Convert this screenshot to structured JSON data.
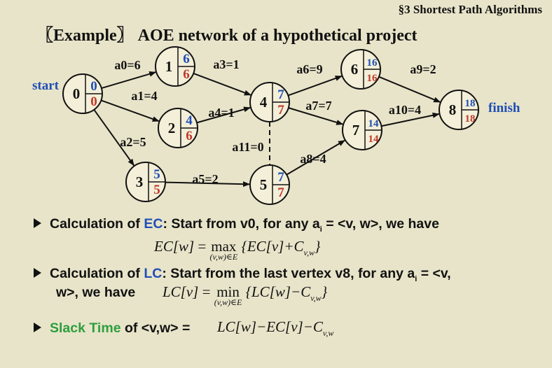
{
  "header": {
    "section": "§3  Shortest Path Algorithms",
    "title": "〖Example〗  AOE network of a hypothetical project"
  },
  "graph": {
    "start_label": "start",
    "finish_label": "finish",
    "colors": {
      "ec": "#1f4eb5",
      "lc": "#c0392b",
      "edge": "#111111",
      "dashed": "#111111"
    },
    "nodes": [
      {
        "id": "0",
        "ec": "0",
        "lc": "0"
      },
      {
        "id": "1",
        "ec": "6",
        "lc": "6"
      },
      {
        "id": "2",
        "ec": "4",
        "lc": "6"
      },
      {
        "id": "3",
        "ec": "5",
        "lc": "5"
      },
      {
        "id": "4",
        "ec": "7",
        "lc": "7"
      },
      {
        "id": "5",
        "ec": "7",
        "lc": "7"
      },
      {
        "id": "6",
        "ec": "16",
        "lc": "16"
      },
      {
        "id": "7",
        "ec": "14",
        "lc": "14"
      },
      {
        "id": "8",
        "ec": "18",
        "lc": "18"
      }
    ],
    "edges": [
      {
        "label": "a0=6",
        "from": "0",
        "to": "1"
      },
      {
        "label": "a1=4",
        "from": "0",
        "to": "2"
      },
      {
        "label": "a2=5",
        "from": "0",
        "to": "3"
      },
      {
        "label": "a3=1",
        "from": "1",
        "to": "4"
      },
      {
        "label": "a4=1",
        "from": "2",
        "to": "4"
      },
      {
        "label": "a5=2",
        "from": "3",
        "to": "5"
      },
      {
        "label": "a6=9",
        "from": "4",
        "to": "6"
      },
      {
        "label": "a7=7",
        "from": "4",
        "to": "7"
      },
      {
        "label": "a8=4",
        "from": "5",
        "to": "7"
      },
      {
        "label": "a9=2",
        "from": "6",
        "to": "8"
      },
      {
        "label": "a10=4",
        "from": "7",
        "to": "8"
      },
      {
        "label": "a11=0",
        "from": "4",
        "to": "5",
        "dashed": true
      }
    ]
  },
  "bullets": {
    "ec": {
      "prefix": "Calculation of ",
      "keyword": "EC",
      "text_before_sub": ":  Start from v0, for any a",
      "sub": "i",
      "text_after_sub": " = <v, w>, we have",
      "formula": {
        "lhs": "EC[w]",
        "eq": " = ",
        "op": "max",
        "op_under": "(v,w)∈E",
        "body": "{EC[v]+C",
        "body_sub": "v,w",
        "body_end": "}"
      }
    },
    "lc": {
      "prefix": "Calculation of ",
      "keyword": "LC",
      "text_before_sub": ":  Start from the last vertex v8, for any a",
      "sub": "i",
      "text_after_sub": " = <v,",
      "line2": "w>, we have",
      "formula": {
        "lhs": "LC[v]",
        "eq": " = ",
        "op": "min",
        "op_under": "(v,w)∈E",
        "body": "{LC[w]−C",
        "body_sub": "v,w",
        "body_end": "}"
      }
    },
    "slack": {
      "keyword": "Slack Time",
      "text": " of <v,w> = ",
      "formula": "LC[w]−EC[v]−C",
      "formula_sub": "v,w"
    }
  }
}
